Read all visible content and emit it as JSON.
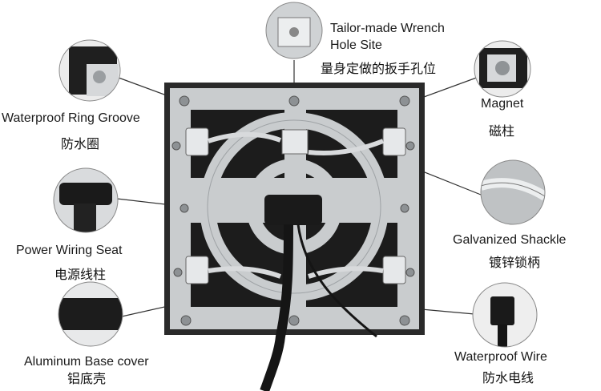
{
  "labels": {
    "wrench_en_1": "Tailor-made Wrench",
    "wrench_en_2": "Hole Site",
    "wrench_cn": "量身定做的扳手孔位",
    "ring_en": "Waterproof Ring Groove",
    "ring_cn": "防水圈",
    "magnet_en": "Magnet",
    "magnet_cn": "磁柱",
    "power_en": "Power Wiring Seat",
    "power_cn": "电源线柱",
    "shackle_en": "Galvanized Shackle",
    "shackle_cn": "镀锌锁柄",
    "base_en": "Aluminum Base cover",
    "base_cn": "铝底壳",
    "wire_en": "Waterproof Wire",
    "wire_cn": "防水电线"
  },
  "colors": {
    "panel_frame": "#2a2a2a",
    "aluminum": "#c9ccce",
    "black_fill": "#1c1c1c",
    "leader_line": "#333333"
  }
}
